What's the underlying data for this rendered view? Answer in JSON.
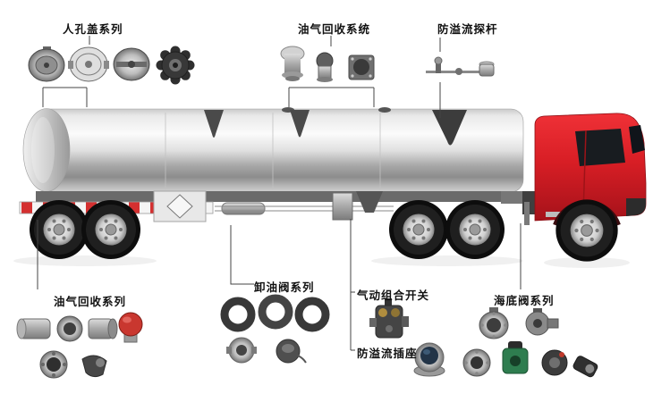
{
  "diagram": {
    "labels": {
      "manhole": "人孔盖系列",
      "vapor_recovery_system": "油气回收系统",
      "overflow_probe": "防溢流探杆",
      "vapor_recovery_series": "油气回收系列",
      "discharge_valve": "卸油阀系列",
      "pneumatic_switch": "气动组合开关",
      "overflow_socket": "防溢流插座",
      "bottom_valve": "海底阀系列"
    },
    "colors": {
      "background": "#ffffff",
      "cab_red": "#d81e25",
      "tank_silver": "#d6d6d6",
      "callout_line": "#444444",
      "hazard_red": "#d43030",
      "green_valve": "#2e7d4f",
      "red_cap": "#c9372f",
      "socket_dome_blue": "#223447"
    },
    "parts": {
      "manhole": [
        "manhole-cover-hinged",
        "manhole-cover-round",
        "manhole-cover-crossbar",
        "breather-valve-scalloped"
      ],
      "vapor_recovery_system": [
        "vapor-vent-dome",
        "vapor-elbow",
        "vapor-flange-adapter"
      ],
      "overflow_probe": [
        "probe-rod",
        "probe-fitting"
      ],
      "vapor_recovery_series": [
        "coupler-cylinder",
        "flanged-coupler",
        "adapter-cylinder",
        "red-cap-coupler",
        "round-coupler",
        "elbow-coupler"
      ],
      "discharge_valve": [
        "clamp-ring-1",
        "clamp-ring-2",
        "clamp-ring-3",
        "round-coupler",
        "capped-coupler-chain"
      ],
      "pneumatic_switch": [
        "pneumatic-combo-valve"
      ],
      "overflow_socket": [
        "overflow-socket-dome"
      ],
      "bottom_valve": [
        "flanged-valve-1",
        "flanged-valve-2",
        "flange-disc",
        "green-emergency-valve",
        "dark-valve-red-dot",
        "angle-valve"
      ]
    }
  }
}
